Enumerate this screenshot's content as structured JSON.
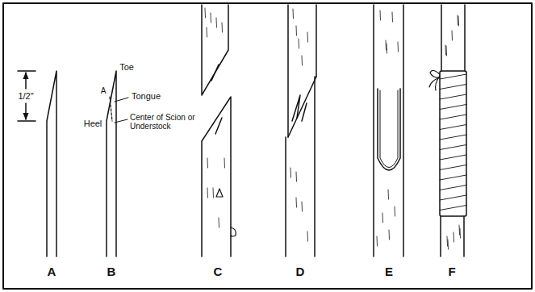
{
  "diagram": {
    "labels": [
      "1/2\"",
      "Toe",
      "A",
      "Tongue",
      "Heel",
      "Center of Scion or Understock",
      "A",
      "B",
      "C",
      "D",
      "E",
      "F"
    ]
  }
}
